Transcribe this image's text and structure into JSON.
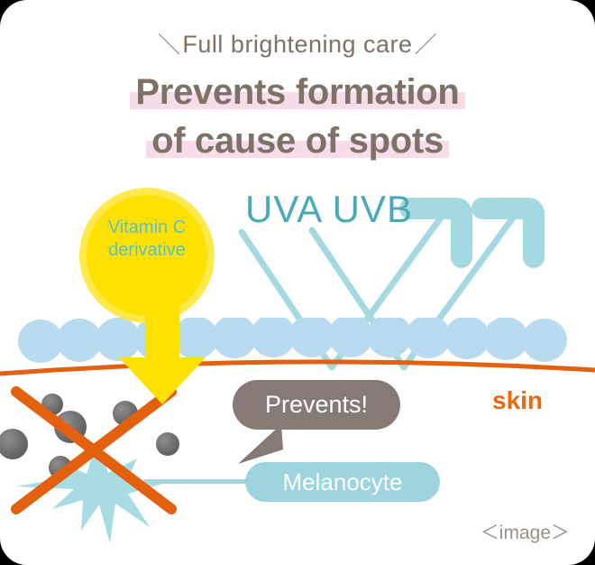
{
  "graphic": {
    "eyebrow": {
      "slash_left": "＼",
      "text": "Full brightening care",
      "slash_right": "／"
    },
    "headline": {
      "line1": "Prevents formation",
      "line2": "of cause of spots",
      "highlight_color": "#f8dce9",
      "text_color": "#7d7168"
    },
    "vitamin_c": {
      "line1": "Vitamin C",
      "line2": "derivative",
      "fill_color": "#ffe100",
      "ring_color": "#ffe94d",
      "text_color": "#5cc0c9"
    },
    "uv": {
      "label": "UVA UVB",
      "text_color": "#4aa9b8",
      "arrow_color": "#a5d9e0"
    },
    "skin": {
      "label": "skin",
      "label_color": "#e8690f",
      "cell_color": "#b9dbef",
      "boundary_color": "#e2600e"
    },
    "prevents_bubble": {
      "label": "Prevents!",
      "fill_color": "#867a77",
      "text_color": "#ffffff"
    },
    "melanocyte": {
      "label": "Melanocyte",
      "fill_color": "#9ed4dd",
      "text_color": "#ffffff",
      "cell_color": "#a8dce4",
      "melanin_color": "#6e6e6e",
      "cross_color": "#e2600e"
    },
    "arrow_down": {
      "color": "#ffe100"
    },
    "caption": "＜image＞"
  }
}
